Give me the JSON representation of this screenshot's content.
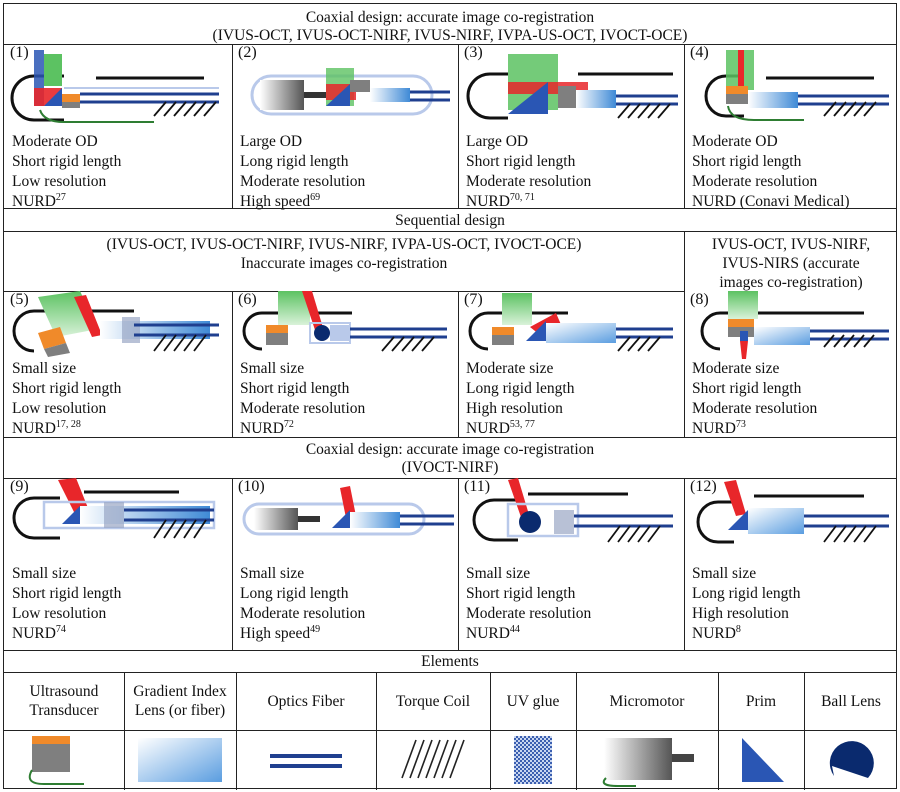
{
  "header1": {
    "line1": "Coaxial design: accurate image co-registration",
    "line2": "(IVUS-OCT, IVUS-OCT-NIRF, IVUS-NIRF, IVPA-US-OCT, IVOCT-OCE)"
  },
  "row1": [
    {
      "num": "(1)",
      "lines": [
        "Moderate OD",
        "Short rigid length",
        "Low resolution"
      ],
      "last": "NURD",
      "ref": "27"
    },
    {
      "num": "(2)",
      "lines": [
        "Large OD",
        "Long rigid length",
        "Moderate resolution"
      ],
      "last": "High speed",
      "ref": "69"
    },
    {
      "num": "(3)",
      "lines": [
        "Large OD",
        "Short rigid length",
        "Moderate resolution"
      ],
      "last": "NURD",
      "ref": "70, 71"
    },
    {
      "num": "(4)",
      "lines": [
        "Moderate OD",
        "Short rigid length",
        "Moderate resolution"
      ],
      "last": "NURD (Conavi Medical)",
      "ref": ""
    }
  ],
  "header2": {
    "title": "Sequential design",
    "left_line1": "(IVUS-OCT, IVUS-OCT-NIRF, IVUS-NIRF, IVPA-US-OCT, IVOCT-OCE)",
    "left_line2": "Inaccurate images co-registration",
    "right_line1": "IVUS-OCT, IVUS-NIRF,",
    "right_line2": "IVUS-NIRS (accurate",
    "right_line3": "images co-registration)"
  },
  "row2": [
    {
      "num": "(5)",
      "lines": [
        "Small size",
        "Short rigid length",
        "Low resolution"
      ],
      "last": "NURD",
      "ref": "17, 28"
    },
    {
      "num": "(6)",
      "lines": [
        "Small size",
        "Short rigid length",
        "Moderate resolution"
      ],
      "last": "NURD",
      "ref": "72"
    },
    {
      "num": "(7)",
      "lines": [
        "Moderate size",
        "Long rigid length",
        "High resolution"
      ],
      "last": "NURD",
      "ref": "53, 77"
    },
    {
      "num": "(8)",
      "lines": [
        "Moderate size",
        "Short rigid length",
        "Moderate resolution"
      ],
      "last": "NURD",
      "ref": "73"
    }
  ],
  "header3": {
    "line1": "Coaxial design: accurate image co-registration",
    "line2": "(IVOCT-NIRF)"
  },
  "row3": [
    {
      "num": "(9)",
      "lines": [
        "Small size",
        "Short rigid length",
        "Low resolution"
      ],
      "last": "NURD",
      "ref": "74"
    },
    {
      "num": "(10)",
      "lines": [
        "Small size",
        "Long rigid length",
        "Moderate resolution"
      ],
      "last": "High speed",
      "ref": "49"
    },
    {
      "num": "(11)",
      "lines": [
        "Small size",
        "Short rigid length",
        "Moderate resolution"
      ],
      "last": "NURD",
      "ref": "44"
    },
    {
      "num": "(12)",
      "lines": [
        "Small size",
        "Long rigid length",
        "High resolution"
      ],
      "last": "NURD",
      "ref": "8"
    }
  ],
  "elements": {
    "title": "Elements",
    "items": [
      {
        "label": "Ultrasound Transducer",
        "icon": "ultrasound-transducer"
      },
      {
        "label": "Gradient Index Lens (or fiber)",
        "icon": "grin-lens"
      },
      {
        "label": "Optics Fiber",
        "icon": "optics-fiber"
      },
      {
        "label": "Torque Coil",
        "icon": "torque-coil"
      },
      {
        "label": "UV glue",
        "icon": "uv-glue"
      },
      {
        "label": "Micromotor",
        "icon": "micromotor"
      },
      {
        "label": "Prim",
        "icon": "prism"
      },
      {
        "label": "Ball Lens",
        "icon": "ball-lens"
      }
    ]
  },
  "colors": {
    "fiber": "#1f3f8f",
    "prism": "#2a56b4",
    "red_beam": "#e8262a",
    "green_beam": "#4fbf57",
    "transducer_top": "#f08a2a",
    "transducer_body": "#7f7f7f",
    "sheath": "#b9c9ea",
    "grin_light": "#e6f0fb",
    "grin_dark": "#4a90d9",
    "ball": "#0a2a6e",
    "coil": "#222222"
  }
}
